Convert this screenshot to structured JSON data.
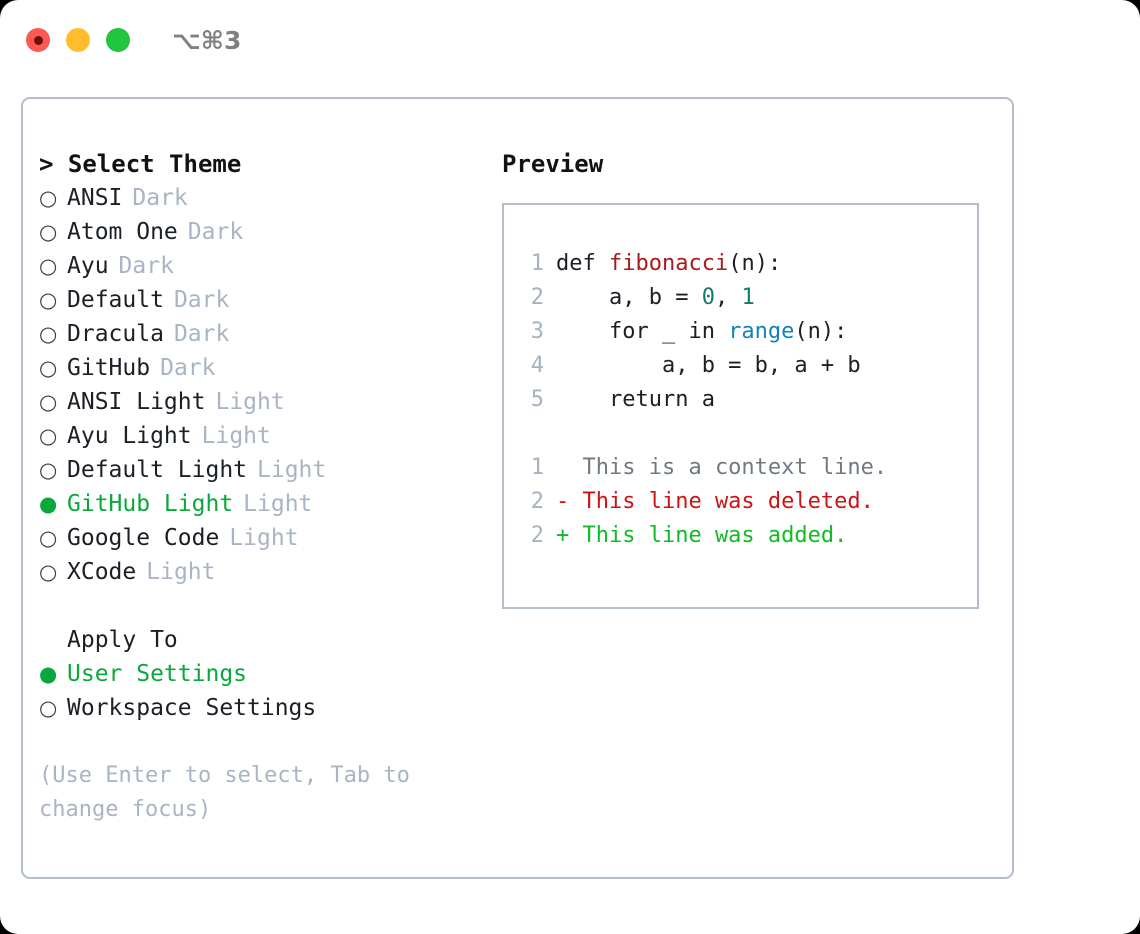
{
  "titlebar": {
    "lights": [
      {
        "name": "close",
        "color": "#fb5a52"
      },
      {
        "name": "minimize",
        "color": "#ffbd2e"
      },
      {
        "name": "zoom",
        "color": "#22c540"
      }
    ],
    "shortcut": "⌥⌘3"
  },
  "left": {
    "heading": "> Select Theme",
    "themes": [
      {
        "marker": "○",
        "name": "ANSI",
        "tag": "Dark",
        "selected": false
      },
      {
        "marker": "○",
        "name": "Atom One",
        "tag": "Dark",
        "selected": false
      },
      {
        "marker": "○",
        "name": "Ayu",
        "tag": "Dark",
        "selected": false
      },
      {
        "marker": "○",
        "name": "Default",
        "tag": "Dark",
        "selected": false
      },
      {
        "marker": "○",
        "name": "Dracula",
        "tag": "Dark",
        "selected": false
      },
      {
        "marker": "○",
        "name": "GitHub",
        "tag": "Dark",
        "selected": false
      },
      {
        "marker": "○",
        "name": "ANSI Light",
        "tag": "Light",
        "selected": false
      },
      {
        "marker": "○",
        "name": "Ayu Light",
        "tag": "Light",
        "selected": false
      },
      {
        "marker": "○",
        "name": "Default Light",
        "tag": "Light",
        "selected": false
      },
      {
        "marker": "●",
        "name": "GitHub Light",
        "tag": "Light",
        "selected": true
      },
      {
        "marker": "○",
        "name": "Google Code",
        "tag": "Light",
        "selected": false
      },
      {
        "marker": "○",
        "name": "XCode",
        "tag": "Light",
        "selected": false
      }
    ],
    "apply_to_header": "Apply To",
    "apply_to": [
      {
        "marker": "●",
        "name": "User Settings",
        "selected": true
      },
      {
        "marker": "○",
        "name": "Workspace Settings",
        "selected": false
      }
    ],
    "hint": "(Use Enter to select, Tab to change focus)"
  },
  "right": {
    "preview_title": "Preview",
    "code_lines": [
      {
        "no": "1",
        "tokens": [
          {
            "t": "def ",
            "c": "plain"
          },
          {
            "t": "fibonacci",
            "c": "fn"
          },
          {
            "t": "(n):",
            "c": "plain"
          }
        ]
      },
      {
        "no": "2",
        "tokens": [
          {
            "t": "    a, b = ",
            "c": "plain"
          },
          {
            "t": "0",
            "c": "num"
          },
          {
            "t": ", ",
            "c": "plain"
          },
          {
            "t": "1",
            "c": "num"
          }
        ]
      },
      {
        "no": "3",
        "tokens": [
          {
            "t": "    for _ in ",
            "c": "plain"
          },
          {
            "t": "range",
            "c": "builtin"
          },
          {
            "t": "(n):",
            "c": "plain"
          }
        ]
      },
      {
        "no": "4",
        "tokens": [
          {
            "t": "        a, b = b, a + b",
            "c": "plain"
          }
        ]
      },
      {
        "no": "5",
        "tokens": [
          {
            "t": "    return a",
            "c": "plain"
          }
        ]
      }
    ],
    "diff_lines": [
      {
        "no": "1",
        "kind": "ctx",
        "text": "  This is a context line."
      },
      {
        "no": "2",
        "kind": "del",
        "text": "- This line was deleted."
      },
      {
        "no": "2",
        "kind": "add",
        "text": "+ This line was added."
      }
    ]
  },
  "colors": {
    "selected_green": "#0aa83c",
    "muted_tag": "#a9b4c4",
    "border": "#b4bdca",
    "diff_add": "#12bb26",
    "diff_del": "#cc1414",
    "syntax_fn": "#a61b1b",
    "syntax_num": "#137a6e",
    "syntax_builtin": "#1184b8"
  }
}
